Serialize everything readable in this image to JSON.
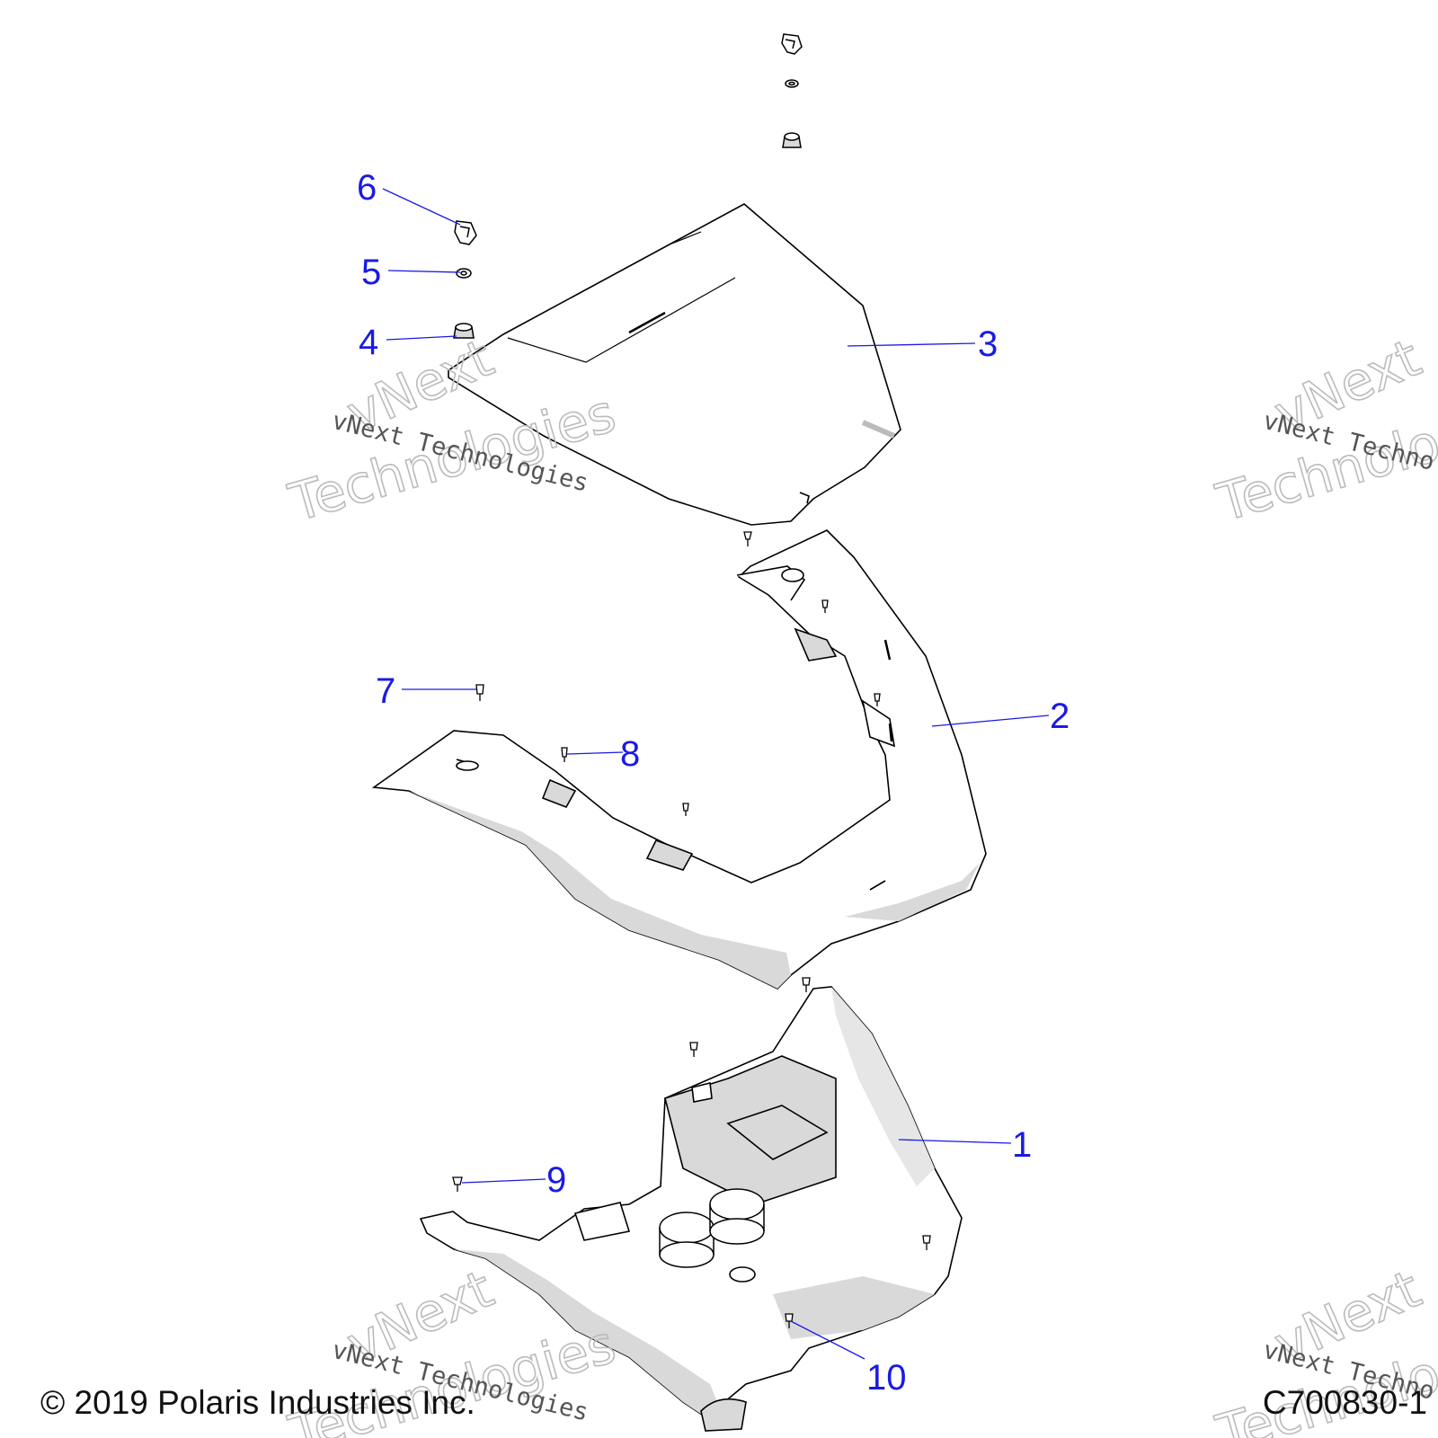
{
  "diagram": {
    "callouts": [
      {
        "id": "1",
        "label": "1"
      },
      {
        "id": "2",
        "label": "2"
      },
      {
        "id": "3",
        "label": "3"
      },
      {
        "id": "4",
        "label": "4"
      },
      {
        "id": "5",
        "label": "5"
      },
      {
        "id": "6",
        "label": "6"
      },
      {
        "id": "7",
        "label": "7"
      },
      {
        "id": "8",
        "label": "8"
      },
      {
        "id": "9",
        "label": "9"
      },
      {
        "id": "10",
        "label": "10"
      }
    ],
    "colors": {
      "callout": "#1a1ae6",
      "line": "#000000",
      "shade": "#d9d9d9"
    }
  },
  "watermark": {
    "line1": "vNext Technologies",
    "line2a": "vNext",
    "line2b": "Technologies"
  },
  "footer": {
    "copyright": "© 2019 Polaris Industries Inc.",
    "drawing_id": "C700830-1"
  }
}
